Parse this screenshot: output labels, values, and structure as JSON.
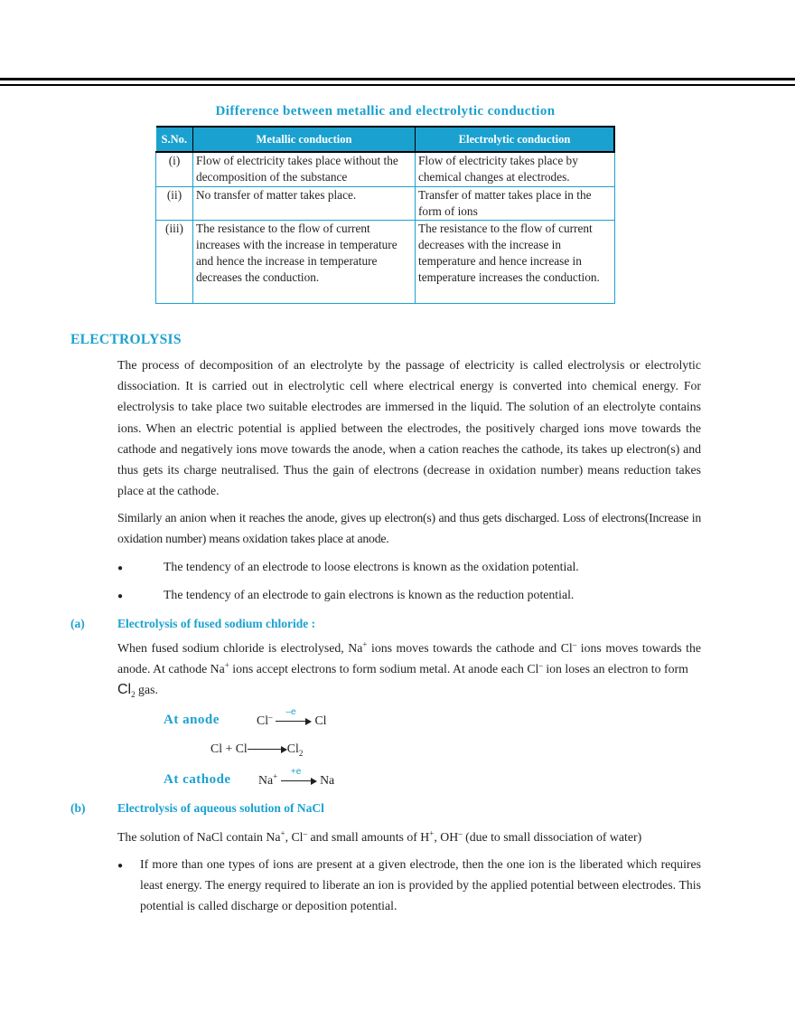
{
  "table": {
    "title": "Difference between metallic and electrolytic conduction",
    "headers": [
      "S.No.",
      "Metallic conduction",
      "Electrolytic conduction"
    ],
    "rows": [
      {
        "sno": "(i)",
        "metallic": "Flow of electricity takes place without the decomposition of the substance",
        "electrolytic": "Flow of electricity takes place by chemical changes at electrodes."
      },
      {
        "sno": "(ii)",
        "metallic": "No transfer of matter takes place.",
        "electrolytic": "Transfer of matter takes place in the form of ions"
      },
      {
        "sno": "(iii)",
        "metallic": "The resistance to the flow of current increases with the increase in temperature and hence the increase in temperature decreases the conduction.",
        "electrolytic": "The resistance to the flow of current decreases with the increase in temperature and hence increase in temperature increases the conduction."
      }
    ]
  },
  "electrolysis": {
    "heading": "ELECTROLYSIS",
    "para1": "The process of decomposition of an electrolyte by the passage of electricity is called electrolysis or electrolytic dissociation. It is carried out in electrolytic cell where electrical energy is converted into chemical energy. For electrolysis to take place two suitable electrodes are immersed in the liquid. The solution of an electrolyte contains ions. When an electric potential is applied between the electrodes, the positively charged ions move towards the cathode and negatively ions move towards the anode, when a cation reaches the cathode, its takes up electron(s) and thus gets its charge neutralised. Thus the gain of electrons (decrease in oxidation number) means reduction takes place at the cathode.",
    "para2": "Similarly an anion when it reaches the anode, gives up electron(s) and thus gets discharged. Loss of electrons(Increase in oxidation number) means oxidation takes place at anode.",
    "bullets": [
      "The tendency of an electrode to loose electrons is known as the oxidation potential.",
      "The tendency of an electrode to gain electrons is known as the reduction potential."
    ]
  },
  "section_a": {
    "label": "(a)",
    "title": "Electrolysis of fused sodium chloride :",
    "text": {
      "t1": "When fused sodium chloride is electrolysed, Na",
      "t2": " ions moves towards the cathode and Cl",
      "t3": " ions moves towards the anode. At cathode Na",
      "t4": " ions accept electrons to form sodium metal. At anode each Cl",
      "t5": " ion loses an electron to form",
      "cl": "Cl",
      "two": "2",
      "t6": " gas."
    },
    "anode_label": "At anode",
    "anode_eq1": {
      "left": "Cl",
      "sup": "–",
      "arrow": "–e",
      "right": "Cl"
    },
    "anode_eq2": {
      "left": "Cl + Cl",
      "right": "Cl",
      "sub": "2"
    },
    "cathode_label": "At cathode",
    "cathode_eq": {
      "left": "Na",
      "sup": "+",
      "arrow": "+e",
      "right": "Na"
    }
  },
  "section_b": {
    "label": "(b)",
    "title": "Electrolysis of aqueous solution of NaCl",
    "text": {
      "t1": "The solution of NaCl contain Na",
      "t2": ", Cl",
      "t3": " and small amounts of H",
      "t4": ", OH",
      "t5": " (due to small dissociation of water)"
    },
    "bullet": "If more than one types of ions are present at a given electrode, then the one ion is the liberated which requires least energy. The energy required to liberate an ion is provided by the applied potential between electrodes. This potential is called discharge or deposition potential."
  },
  "symbols": {
    "plus": "+",
    "minus": "–"
  },
  "colors": {
    "accent": "#1ba1cf",
    "text": "#231f20"
  }
}
